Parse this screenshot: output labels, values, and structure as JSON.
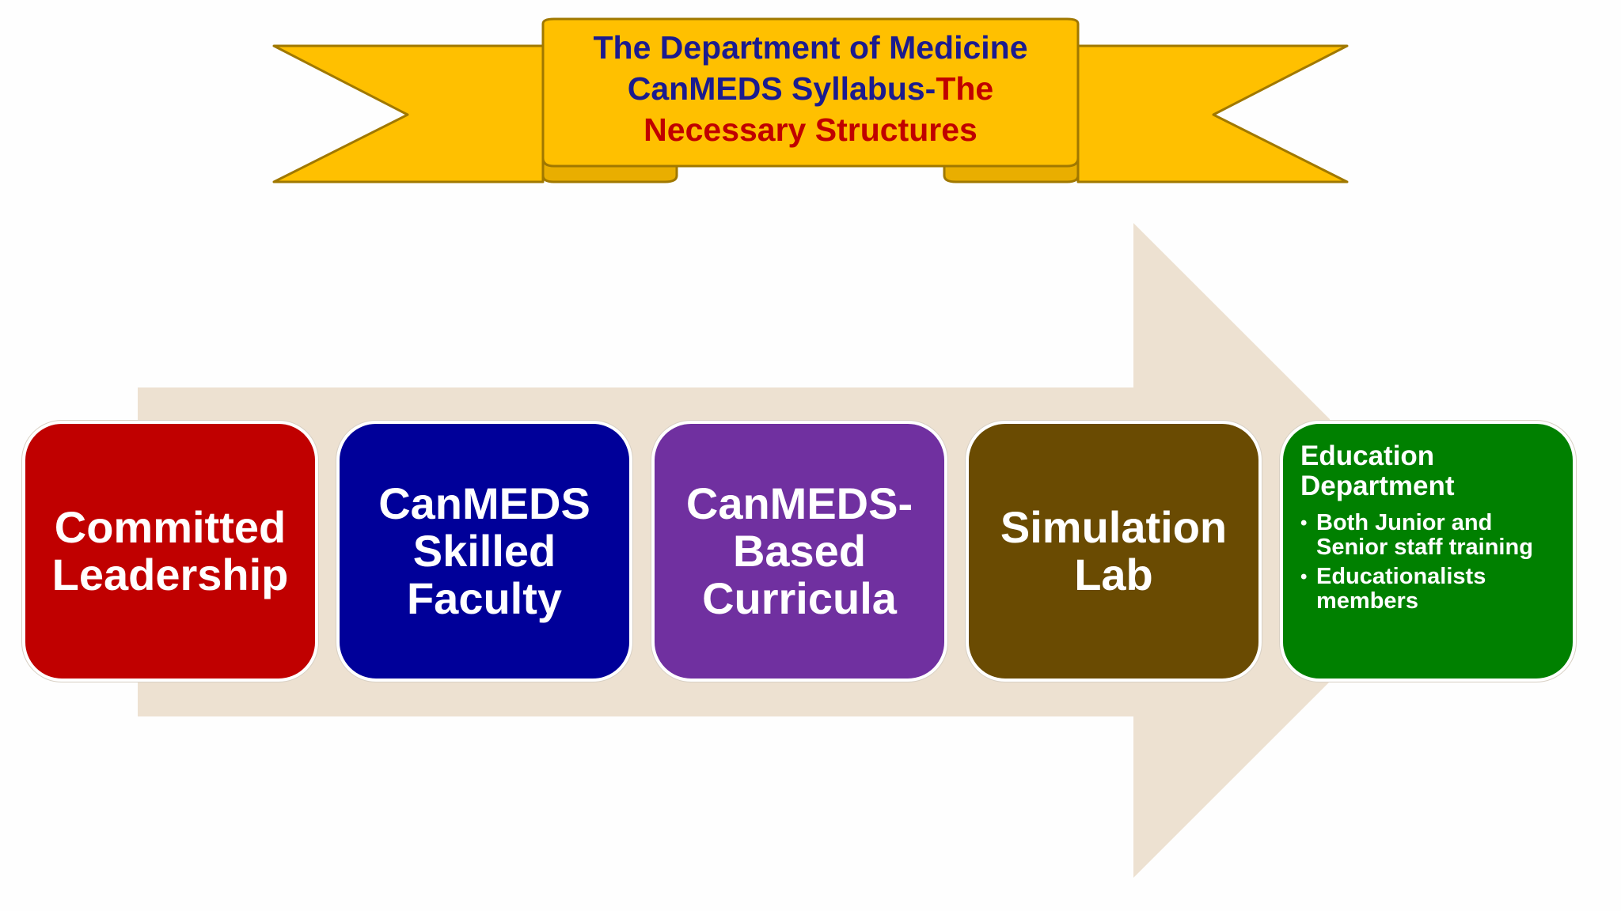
{
  "banner": {
    "line1": "The Department of Medicine",
    "line2_prefix": "CanMEDS Syllabus-",
    "line2_highlight": "The",
    "line3": "Necessary Structures"
  },
  "steps": [
    {
      "lines": [
        "Committed",
        "Leadership"
      ],
      "color": "#c00000"
    },
    {
      "lines": [
        "CanMEDS",
        "Skilled",
        "Faculty"
      ],
      "color": "#000099"
    },
    {
      "lines": [
        "CanMEDS-",
        "Based",
        "Curricula"
      ],
      "color": "#7030a0"
    },
    {
      "lines": [
        "Simulation",
        "Lab"
      ],
      "color": "#6a4b02"
    },
    {
      "title_lines": [
        "Education",
        "Department"
      ],
      "bullets": [
        [
          "Both Junior and",
          "Senior staff training"
        ],
        [
          "Educationalists",
          "members"
        ]
      ],
      "color": "#008000"
    }
  ],
  "colors": {
    "banner_fill": "#ffc000",
    "banner_stroke": "#a07800",
    "arrow_fill": "#ede1d1",
    "banner_text": "#1b1b8f",
    "banner_highlight": "#c00000"
  }
}
